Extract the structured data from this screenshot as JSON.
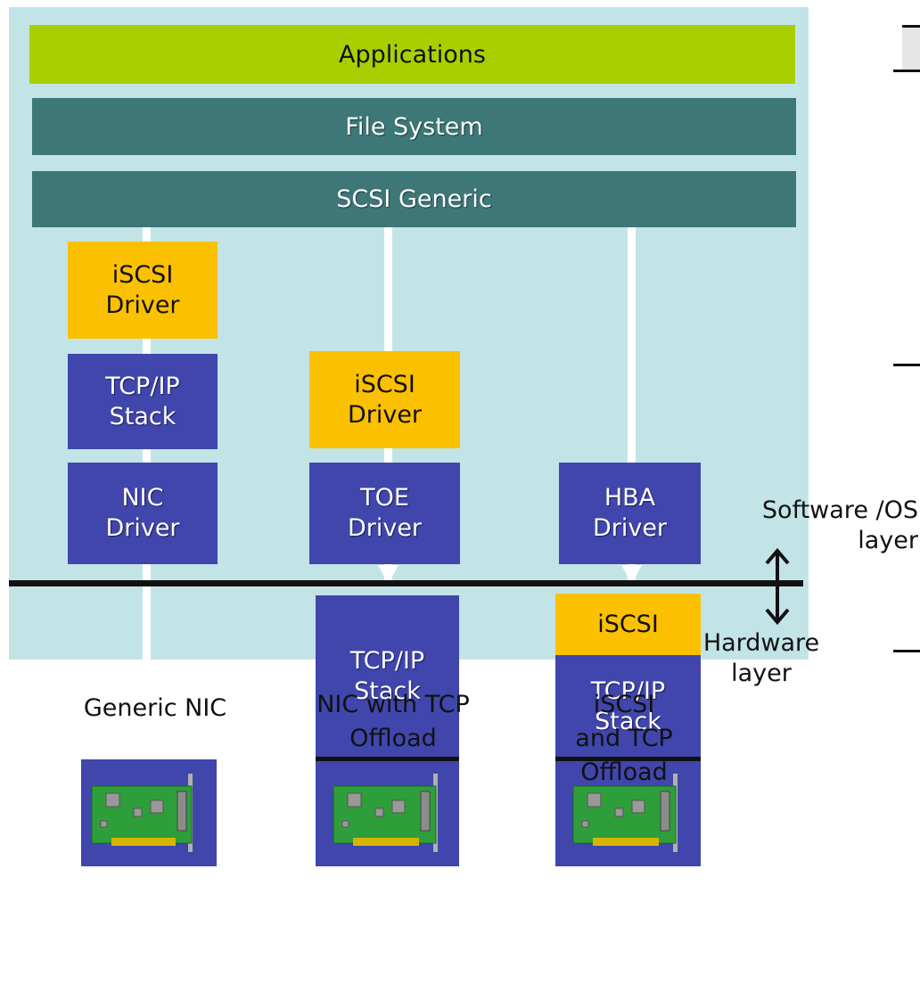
{
  "layers": {
    "applications": "Applications",
    "file_system": "File System",
    "scsi_generic": "SCSI Generic"
  },
  "columns": [
    {
      "software": [
        "iSCSI\nDriver",
        "TCP/IP\nStack",
        "NIC\nDriver"
      ],
      "hardware": [],
      "caption": "Generic NIC"
    },
    {
      "software": [
        "iSCSI\nDriver",
        "TOE\nDriver"
      ],
      "hardware": [
        "TCP/IP\nStack"
      ],
      "caption": "NIC with TCP\nOffload"
    },
    {
      "software": [
        "HBA\nDriver"
      ],
      "hardware": [
        "iSCSI",
        "TCP/IP\nStack"
      ],
      "caption": "iSCSI\nand TCP\nOffload"
    }
  ],
  "software_layer_label": "Software /OS\nlayer",
  "hardware_layer_label": "Hardware\nlayer",
  "colors": {
    "panel": "#c3e4e7",
    "applications": "#aacf00",
    "teal": "#3d7777",
    "driver_yellow": "#fbc000",
    "stack_blue": "#4046ac",
    "nic_board": "#2e9e3a"
  }
}
